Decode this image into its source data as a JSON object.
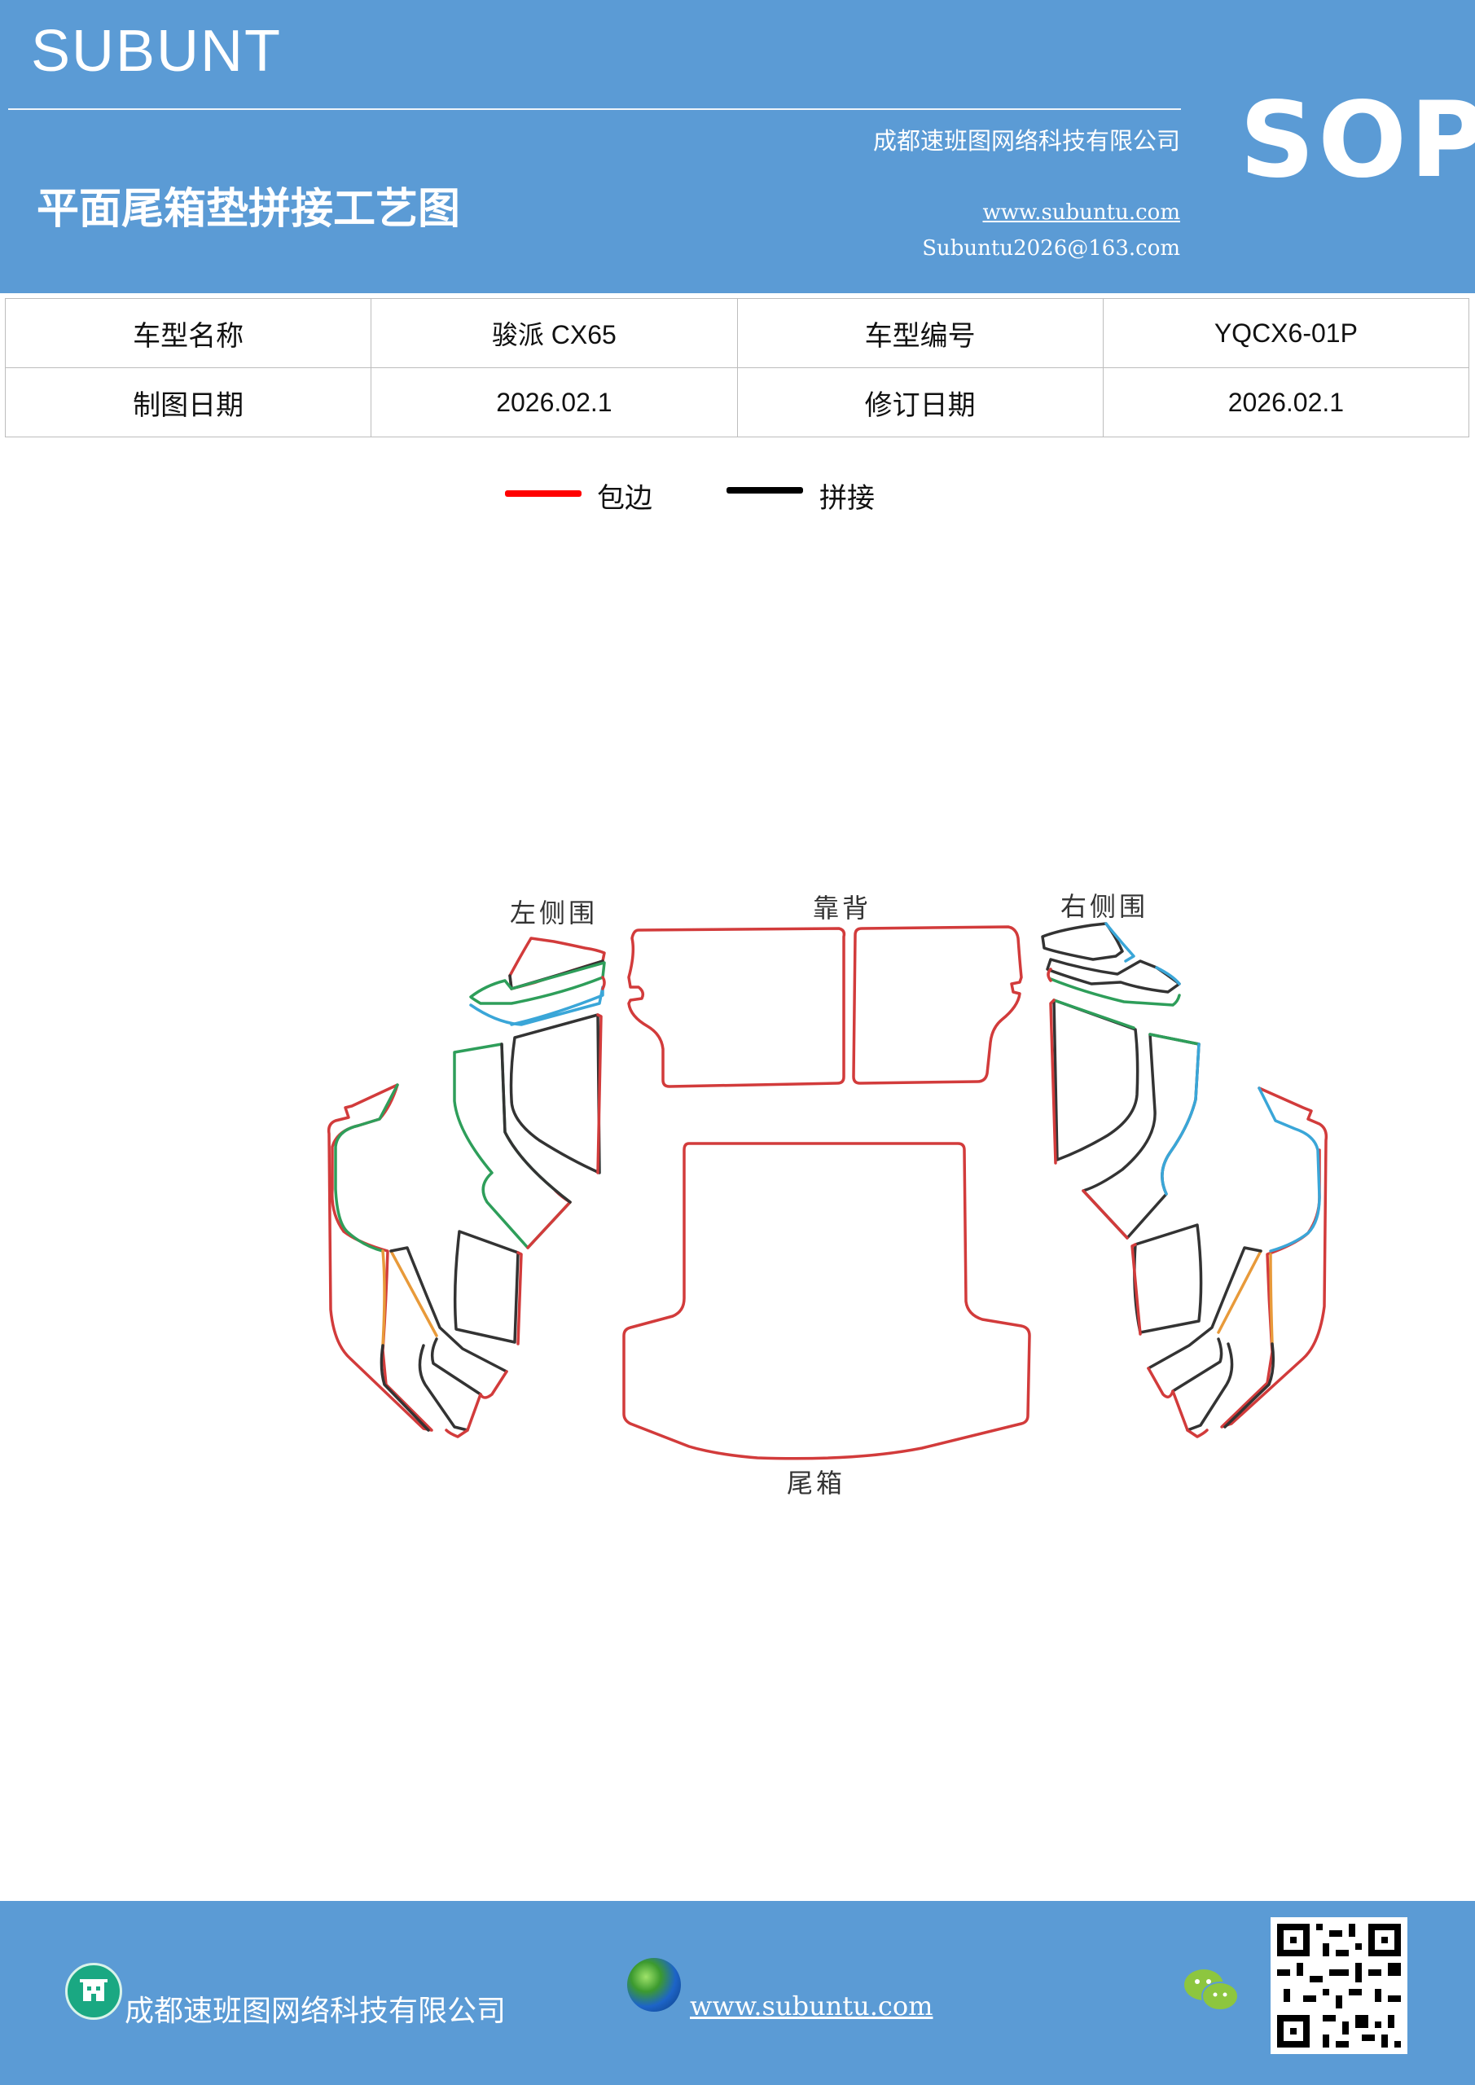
{
  "header": {
    "brand": "SUBUNT",
    "company": "成都速班图网络科技有限公司",
    "title": "平面尾箱垫拼接工艺图",
    "website": "www.subuntu.com",
    "email": "Subuntu2026@163.com",
    "badge": "SOP"
  },
  "info_table": {
    "rows": [
      [
        "车型名称",
        "骏派 CX65",
        "车型编号",
        "YQCX6-01P"
      ],
      [
        "制图日期",
        "2026.02.1",
        "修订日期",
        "2026.02.1"
      ]
    ]
  },
  "legend": {
    "items": [
      {
        "label": "包边",
        "color": "#ff0000"
      },
      {
        "label": "拼接",
        "color": "#000000"
      }
    ]
  },
  "diagram": {
    "labels": {
      "left": "左侧围",
      "back": "靠背",
      "right": "右侧围",
      "trunk": "尾箱"
    },
    "colors": {
      "edge": "#d23b3b",
      "seam": "#333333",
      "green": "#2e9e5a",
      "blue": "#3aa6d8",
      "orange": "#e89a3a"
    }
  },
  "footer": {
    "company": "成都速班图网络科技有限公司",
    "website": "www.subuntu.com",
    "icons": [
      "building-icon",
      "globe-icon",
      "wechat-icon",
      "qr-code"
    ]
  },
  "colors": {
    "brand_blue": "#5b9bd5"
  }
}
